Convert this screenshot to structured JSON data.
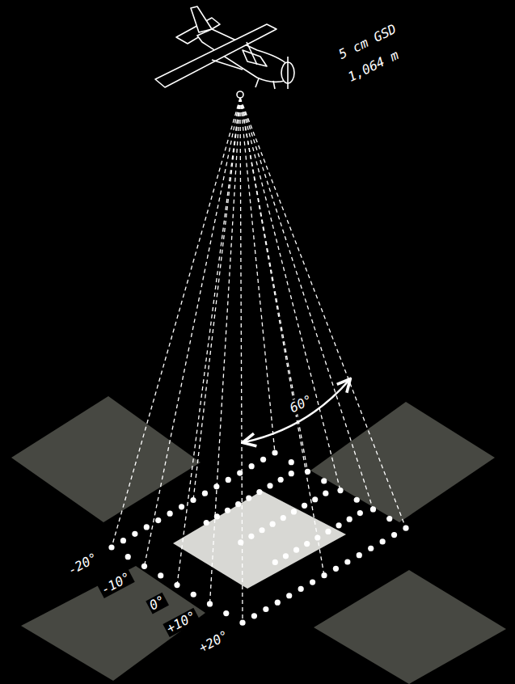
{
  "diagram": {
    "labels": [
      "5 cm GSD",
      "1,064 m",
      "60°",
      "-20°",
      "-10°",
      "0°",
      "+10°",
      "+20°"
    ]
  }
}
